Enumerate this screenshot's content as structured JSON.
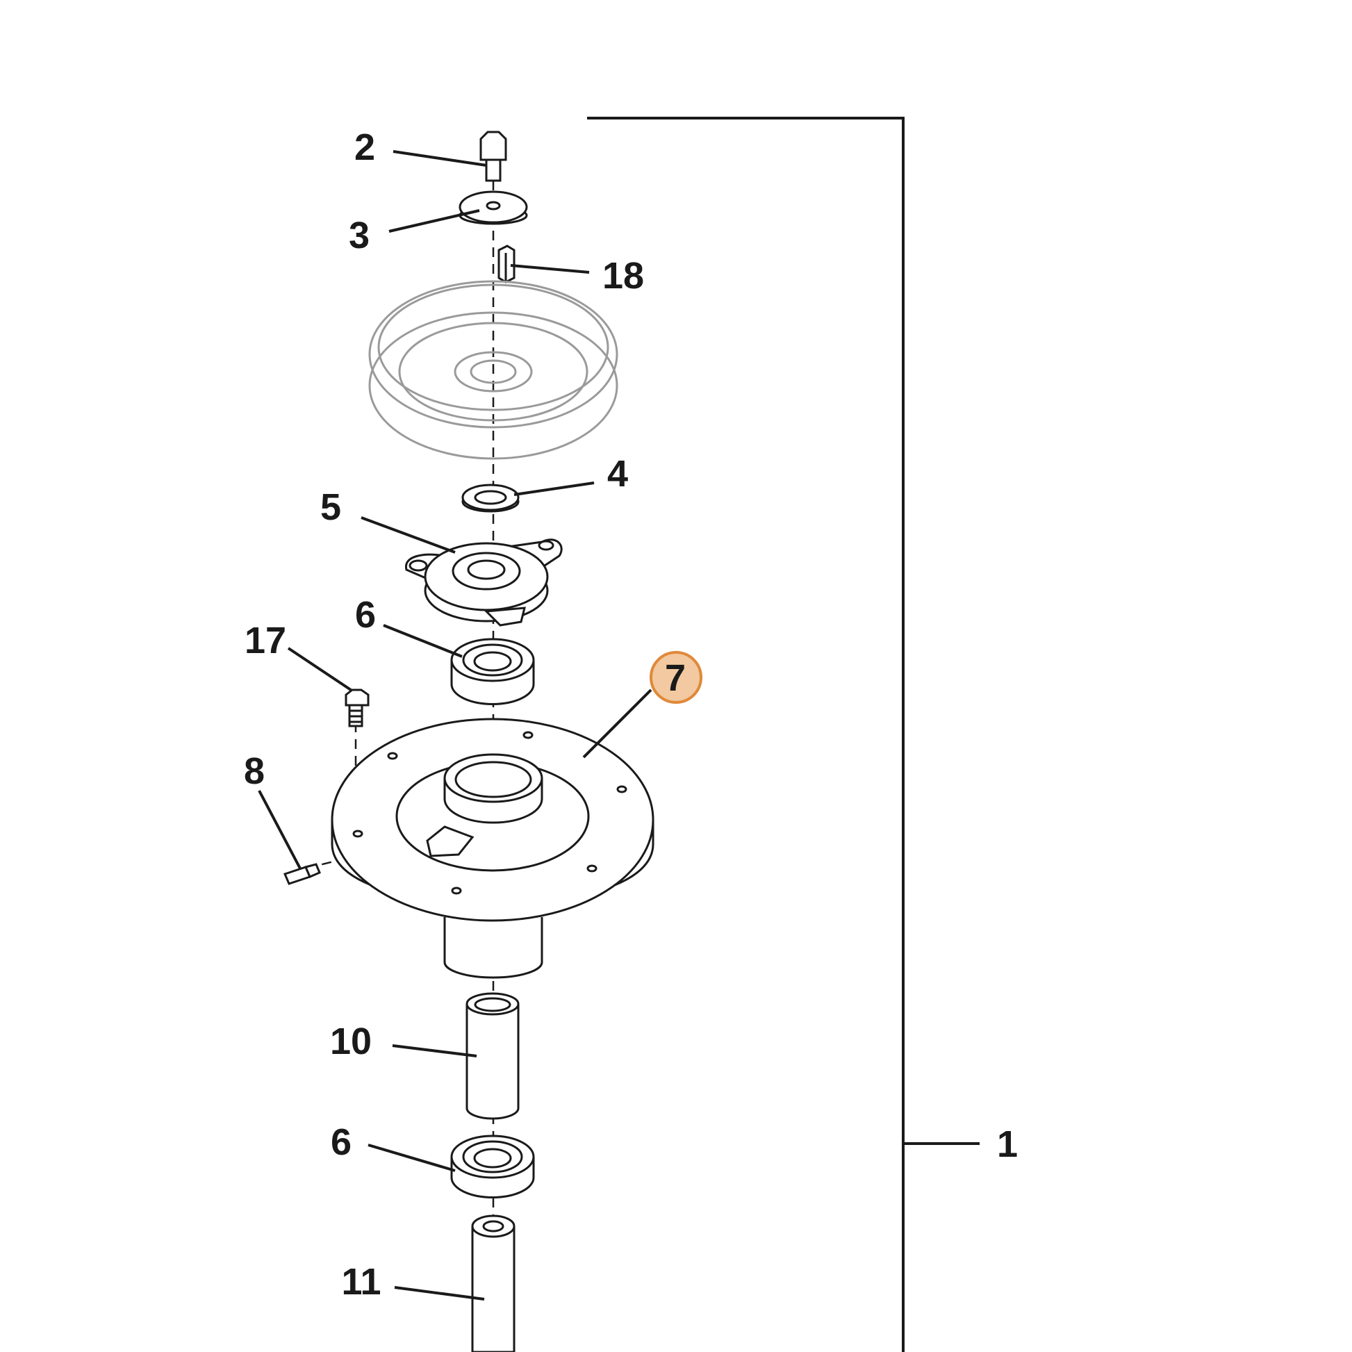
{
  "diagram": {
    "highlight_color": "#f2c9a0",
    "highlight_stroke": "#e0893a",
    "callouts": {
      "c1": "1",
      "c2": "2",
      "c3": "3",
      "c4": "4",
      "c5": "5",
      "c6a": "6",
      "c6b": "6",
      "c7": "7",
      "c8": "8",
      "c10": "10",
      "c11": "11",
      "c17": "17",
      "c18": "18"
    }
  }
}
